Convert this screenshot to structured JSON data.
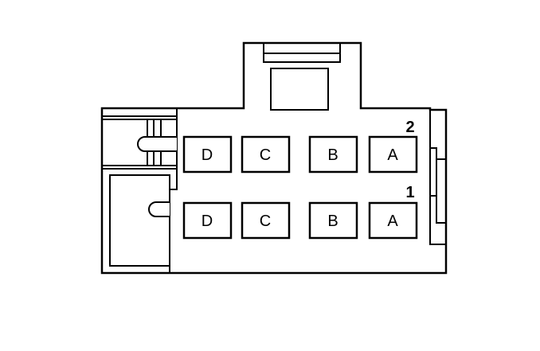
{
  "connector": {
    "row_labels": [
      "2",
      "1"
    ],
    "rows": [
      {
        "row": "2",
        "pins": [
          "D",
          "C",
          "B",
          "A"
        ]
      },
      {
        "row": "1",
        "pins": [
          "D",
          "C",
          "B",
          "A"
        ]
      }
    ]
  },
  "colors": {
    "line": "#000000",
    "background": "#ffffff"
  }
}
